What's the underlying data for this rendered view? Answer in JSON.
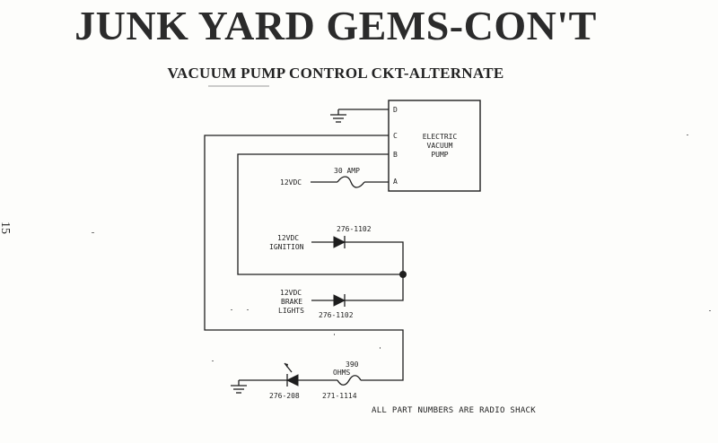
{
  "header": {
    "title": "JUNK YARD GEMS-CON'T",
    "subtitle": "VACUUM PUMP CONTROL CKT-ALTERNATE",
    "page_number": "15"
  },
  "schematic": {
    "pump": {
      "label_lines": [
        "ELECTRIC",
        "VACUUM",
        "PUMP"
      ],
      "pins": [
        "D",
        "C",
        "B",
        "A"
      ]
    },
    "fuse": {
      "label": "30 AMP"
    },
    "supply_label": "12VDC",
    "ignition_input": {
      "lines": [
        "12VDC",
        "IGNITION"
      ]
    },
    "brake_input": {
      "lines": [
        "12VDC",
        "BRAKE",
        "LIGHTS"
      ]
    },
    "diode_top_part": "276-1102",
    "diode_bottom_part": "276-1102",
    "resistor": {
      "value_lines": [
        "390",
        "OHMS"
      ],
      "part": "271-1114"
    },
    "led_part": "276-208"
  },
  "footnote": "ALL PART NUMBERS ARE RADIO SHACK"
}
